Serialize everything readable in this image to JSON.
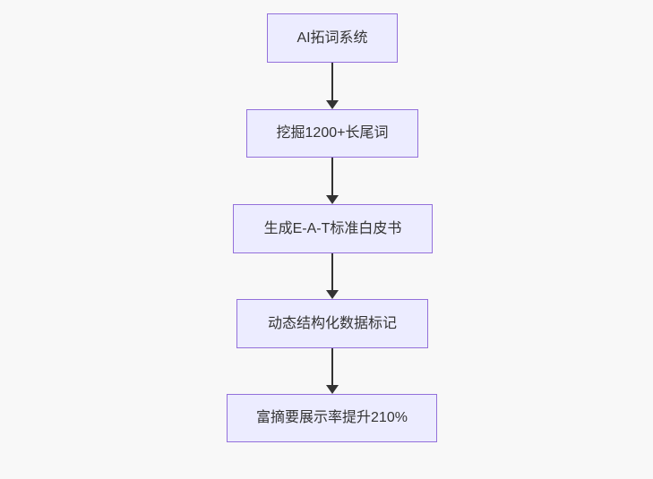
{
  "flowchart": {
    "type": "flowchart-top-down",
    "background_color": "#f8f8f8",
    "node_fill_color": "#ececff",
    "node_border_color": "#9370db",
    "text_color": "#333333",
    "arrow_color": "#333333",
    "nodes": [
      {
        "id": "step1",
        "label": "AI拓词系统"
      },
      {
        "id": "step2",
        "label": "挖掘1200+长尾词"
      },
      {
        "id": "step3",
        "label": "生成E-A-T标准白皮书"
      },
      {
        "id": "step4",
        "label": "动态结构化数据标记"
      },
      {
        "id": "step5",
        "label": "富摘要展示率提升210%"
      }
    ],
    "edges": [
      {
        "from": "step1",
        "to": "step2"
      },
      {
        "from": "step2",
        "to": "step3"
      },
      {
        "from": "step3",
        "to": "step4"
      },
      {
        "from": "step4",
        "to": "step5"
      }
    ]
  }
}
